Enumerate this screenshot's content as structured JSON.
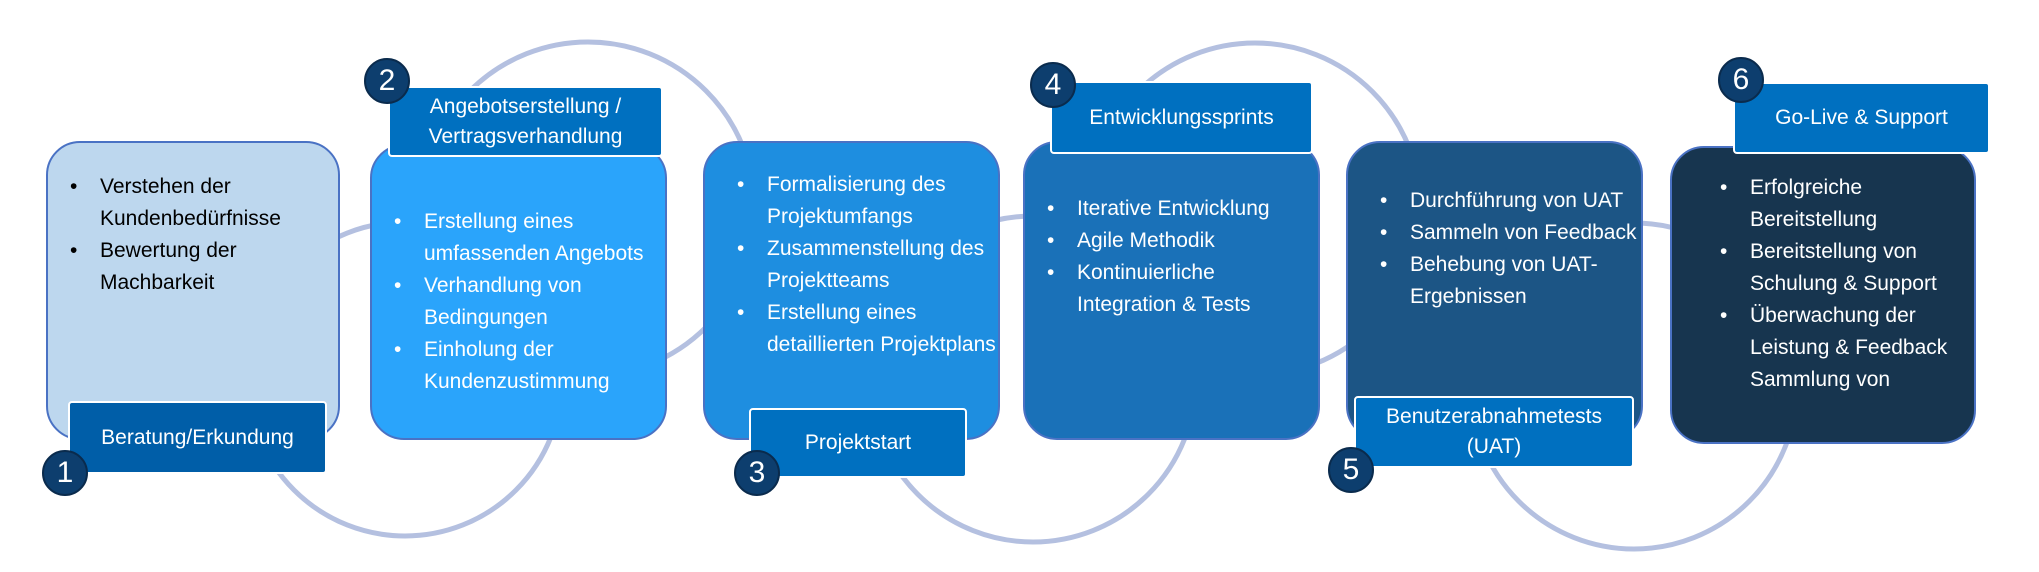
{
  "colors": {
    "arc": "#b4c0e0",
    "label": "#0070c0",
    "badge": "#0d3e6e"
  },
  "steps": [
    {
      "number": "1",
      "title": "Beratung/Erkundung",
      "bullets": [
        "Verstehen der Kundenbedürfnisse",
        "Bewertung der Machbarkeit"
      ]
    },
    {
      "number": "2",
      "title": "Angebotserstellung / Vertragsverhandlung",
      "bullets": [
        "Erstellung eines umfassenden Angebots",
        "Verhandlung von Bedingungen",
        "Einholung der Kundenzustimmung"
      ]
    },
    {
      "number": "3",
      "title": "Projektstart",
      "bullets": [
        "Formalisierung des Projektumfangs",
        "Zusammenstellung des Projektteams",
        "Erstellung eines detaillierten Projektplans"
      ]
    },
    {
      "number": "4",
      "title": "Entwicklungssprints",
      "bullets": [
        "Iterative Entwicklung",
        "Agile Methodik",
        "Kontinuierliche Integration & Tests"
      ]
    },
    {
      "number": "5",
      "title": "Benutzerabnahmetests (UAT)",
      "bullets": [
        "Durchführung von UAT",
        "Sammeln von Feedback",
        "Behebung von UAT-Ergebnissen"
      ]
    },
    {
      "number": "6",
      "title": "Go-Live & Support",
      "bullets": [
        "Erfolgreiche Bereitstellung",
        "Bereitstellung von Schulung & Support",
        "Überwachung der Leistung & Feedback Sammlung von"
      ]
    }
  ]
}
